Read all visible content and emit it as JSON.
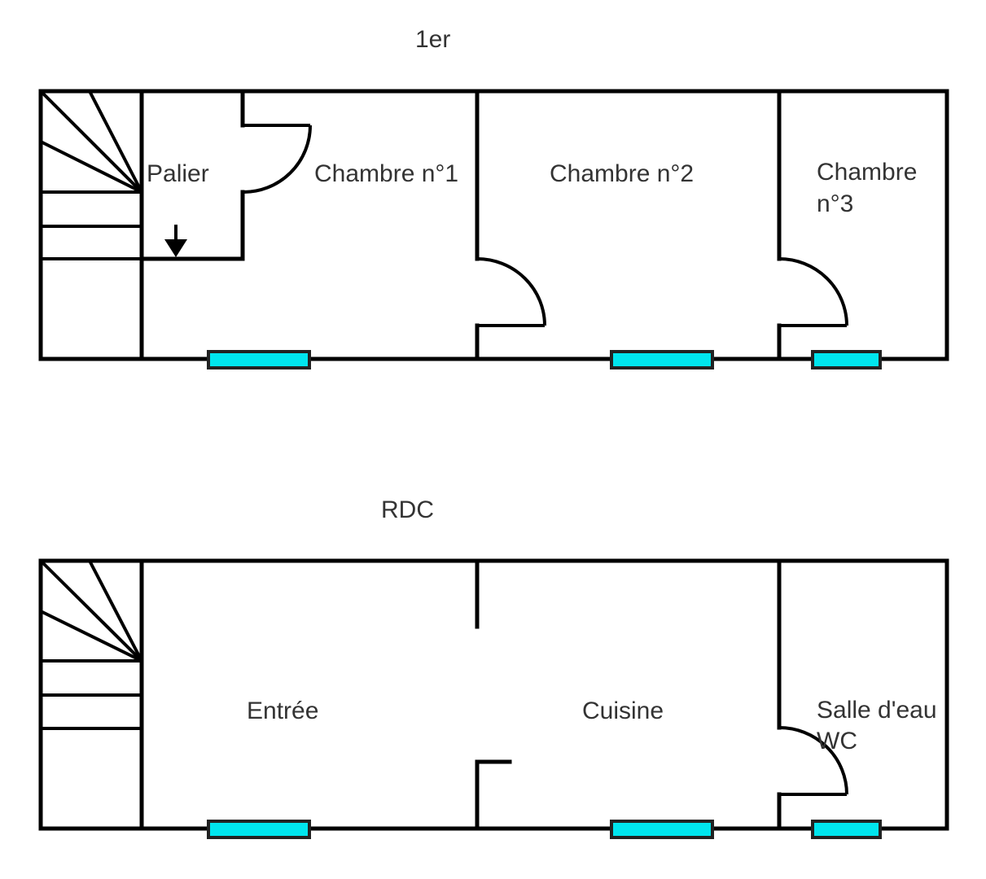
{
  "floors": {
    "first": {
      "title": "1er",
      "rooms": {
        "palier": "Palier",
        "chambre1": "Chambre n°1",
        "chambre2": "Chambre n°2",
        "chambre3_line1": "Chambre",
        "chambre3_line2": "n°3"
      }
    },
    "ground": {
      "title": "RDC",
      "rooms": {
        "entree": "Entrée",
        "cuisine": "Cuisine",
        "salle_line1": "Salle d'eau",
        "salle_line2": "WC"
      }
    }
  },
  "colors": {
    "wall": "#000000",
    "window": "#00e5ee",
    "label": "#333333"
  }
}
